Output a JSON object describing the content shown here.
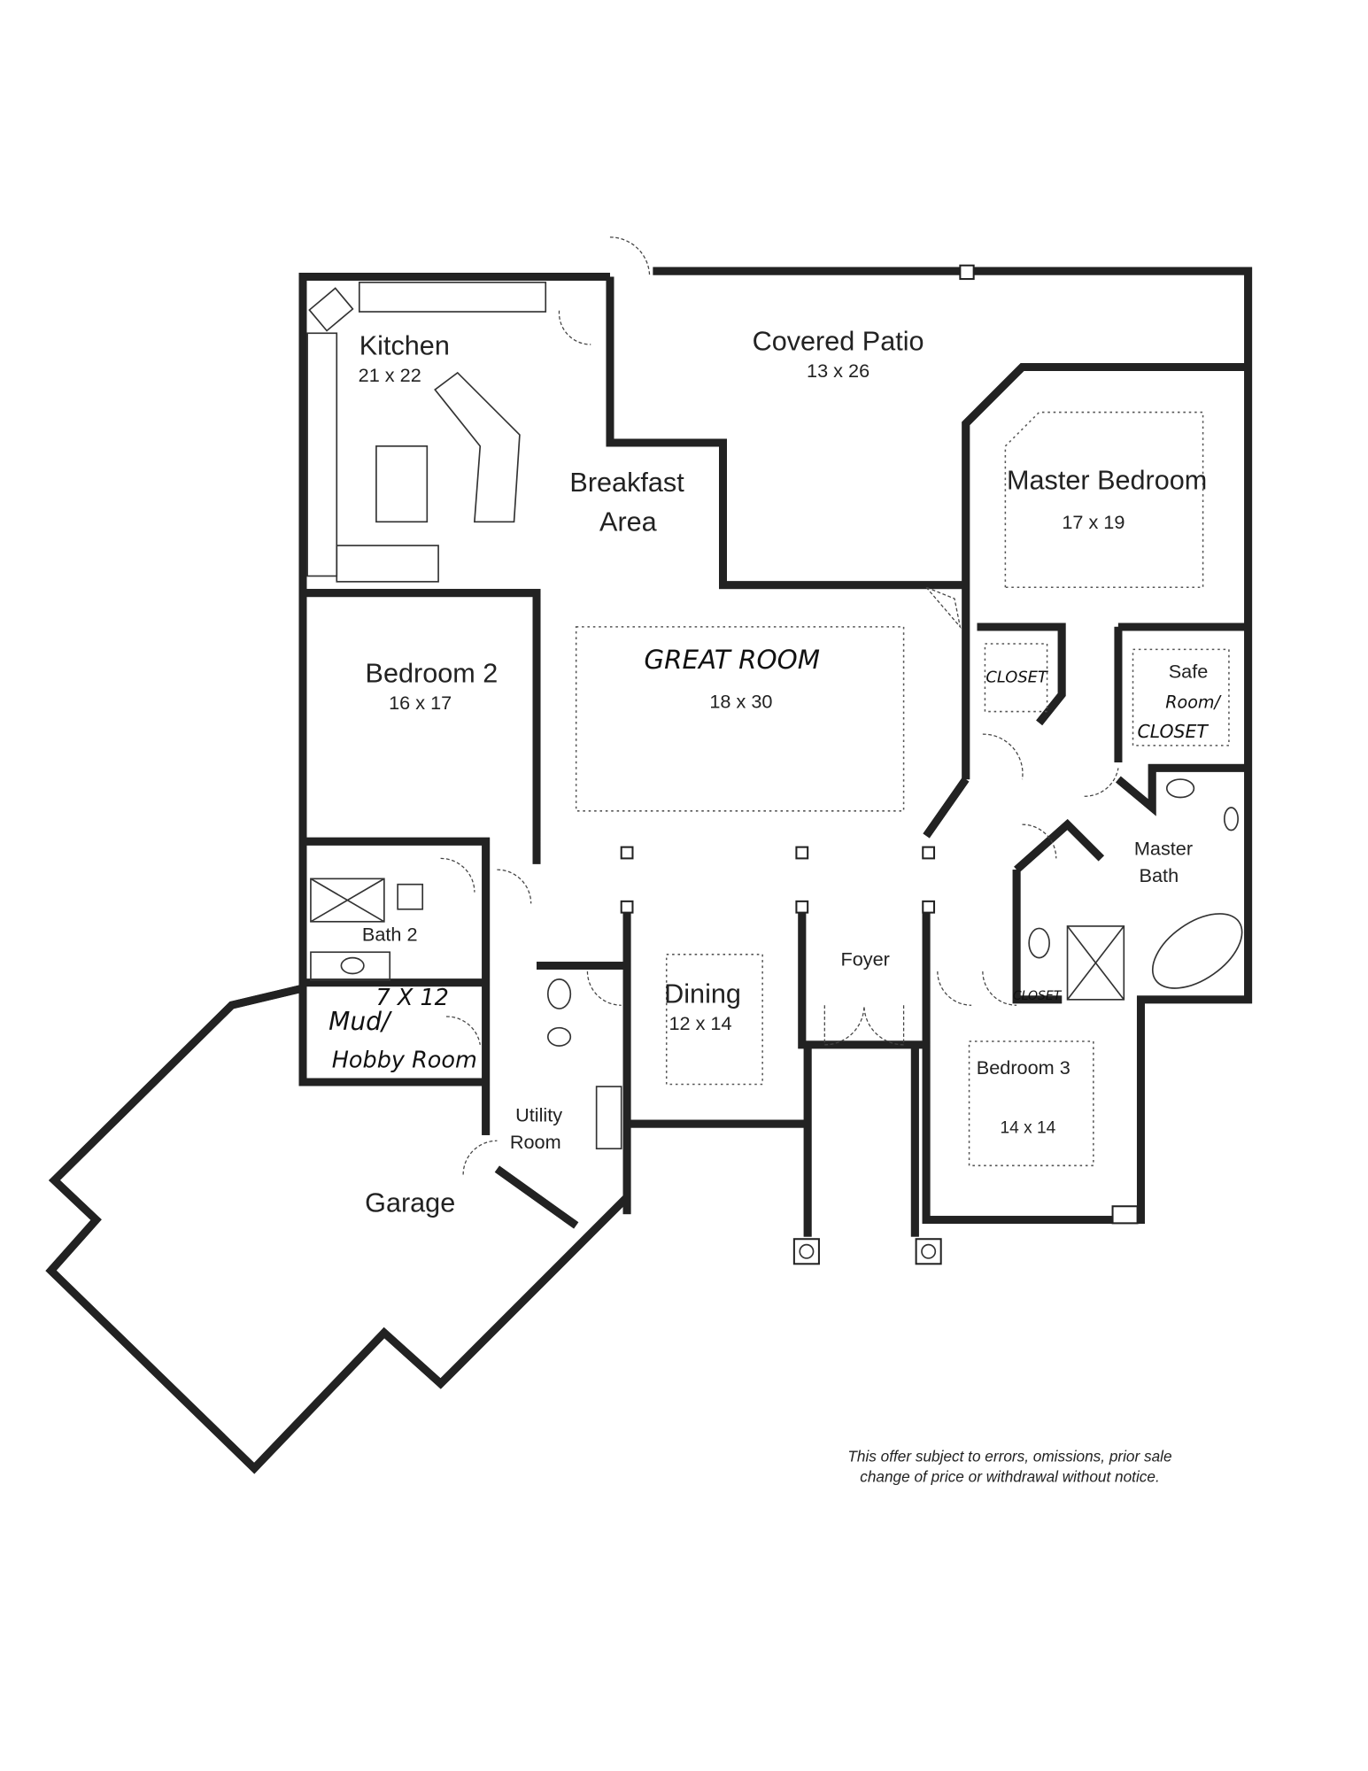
{
  "rooms": {
    "kitchen": {
      "name": "Kitchen",
      "size": "21 x 22"
    },
    "covered_patio": {
      "name": "Covered Patio",
      "size": "13 x 26"
    },
    "breakfast_area": {
      "name_line1": "Breakfast",
      "name_line2": "Area"
    },
    "master_bedroom": {
      "name": "Master Bedroom",
      "size": "17 x 19"
    },
    "bedroom2": {
      "name": "Bedroom 2",
      "size": "16 x 17"
    },
    "great_room": {
      "name": "GREAT ROOM",
      "size": "18 x 30"
    },
    "closet": {
      "name": "CLOSET"
    },
    "safe_room": {
      "name_line1": "Safe",
      "name_line2": "Room/",
      "name_line3": "CLOSET"
    },
    "master_bath": {
      "name_line1": "Master",
      "name_line2": "Bath"
    },
    "master_bath_closet": {
      "name": "CLOSET"
    },
    "bath2": {
      "name": "Bath 2"
    },
    "mud_room": {
      "size": "7 X 12",
      "name_line1": "Mud/",
      "name_line2": "Hobby Room"
    },
    "dining": {
      "name": "Dining",
      "size": "12 x 14"
    },
    "foyer": {
      "name": "Foyer"
    },
    "bedroom3": {
      "name": "Bedroom 3",
      "size": "14 x 14"
    },
    "utility_room": {
      "name_line1": "Utility",
      "name_line2": "Room"
    },
    "garage": {
      "name": "Garage"
    }
  },
  "disclaimer": {
    "line1": "This offer subject to errors, omissions, prior sale",
    "line2": "change of price or withdrawal without notice."
  }
}
